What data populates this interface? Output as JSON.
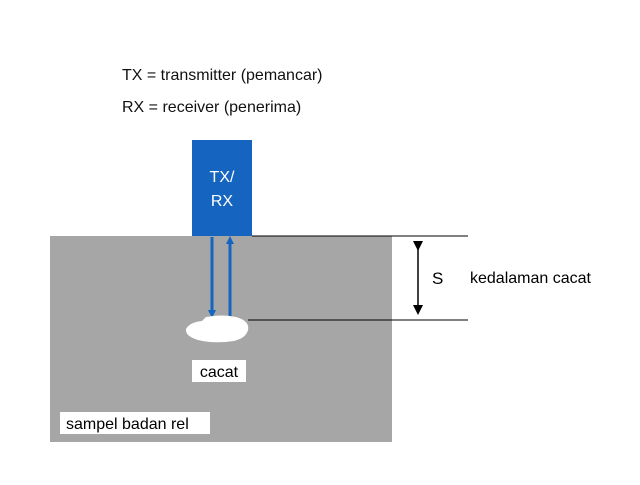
{
  "legend": {
    "tx_line": "TX = transmitter (pemancar)",
    "rx_line": "RX = receiver (penerima)"
  },
  "probe": {
    "label_line1": "TX/",
    "label_line2": "RX",
    "color": "#1565c0"
  },
  "sample": {
    "label": "sampel badan rel",
    "color": "#a6a6a6"
  },
  "defect": {
    "label": "cacat"
  },
  "depth": {
    "symbol": "S",
    "label": "kedalaman cacat"
  },
  "colors": {
    "arrow": "#1565c0",
    "line": "#000000"
  }
}
